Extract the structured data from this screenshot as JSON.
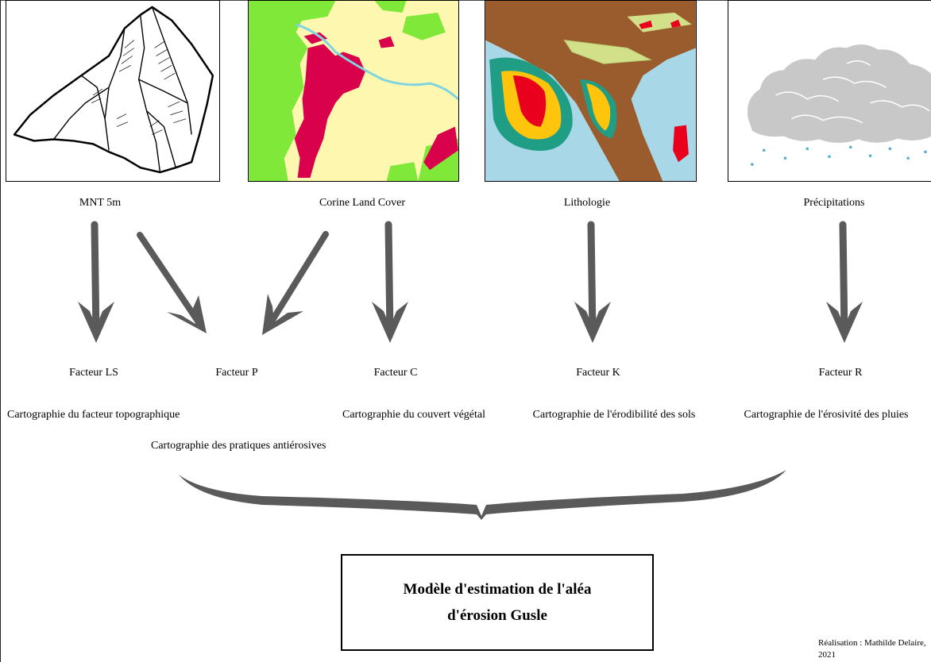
{
  "sources": [
    {
      "label": "MNT 5m",
      "image": "dem-terrain-sketch"
    },
    {
      "label": "Corine Land Cover",
      "image": "land-cover-map"
    },
    {
      "label": "Lithologie",
      "image": "lithology-map"
    },
    {
      "label": "Précipitations",
      "image": "rain-cloud"
    }
  ],
  "factors": [
    {
      "name": "Facteur LS",
      "description": "Cartographie du facteur topographique"
    },
    {
      "name": "Facteur P",
      "description": "Cartographie des pratiques antiérosives"
    },
    {
      "name": "Facteur C",
      "description": "Cartographie du couvert végétal"
    },
    {
      "name": "Facteur K",
      "description": "Cartographie de l'érodibilité des sols"
    },
    {
      "name": "Facteur R",
      "description": "Cartographie de l'érosivité des pluies"
    }
  ],
  "model": {
    "title": "Modèle d'estimation de l'aléa d'érosion Gusle"
  },
  "credit": {
    "text": "Réalisation : Mathilde Delaire, 2021"
  },
  "colors": {
    "arrow": "#5a5a5a",
    "urban": "#d9004c",
    "forest": "#80e838",
    "agri": "#fdf7b0",
    "lith_brown": "#9a5c2c",
    "lith_water": "#a8d8e8",
    "lith_teal": "#1f9e85",
    "lith_yellow": "#ffc40c",
    "lith_red": "#e8001c",
    "lith_light": "#d2e08a"
  }
}
